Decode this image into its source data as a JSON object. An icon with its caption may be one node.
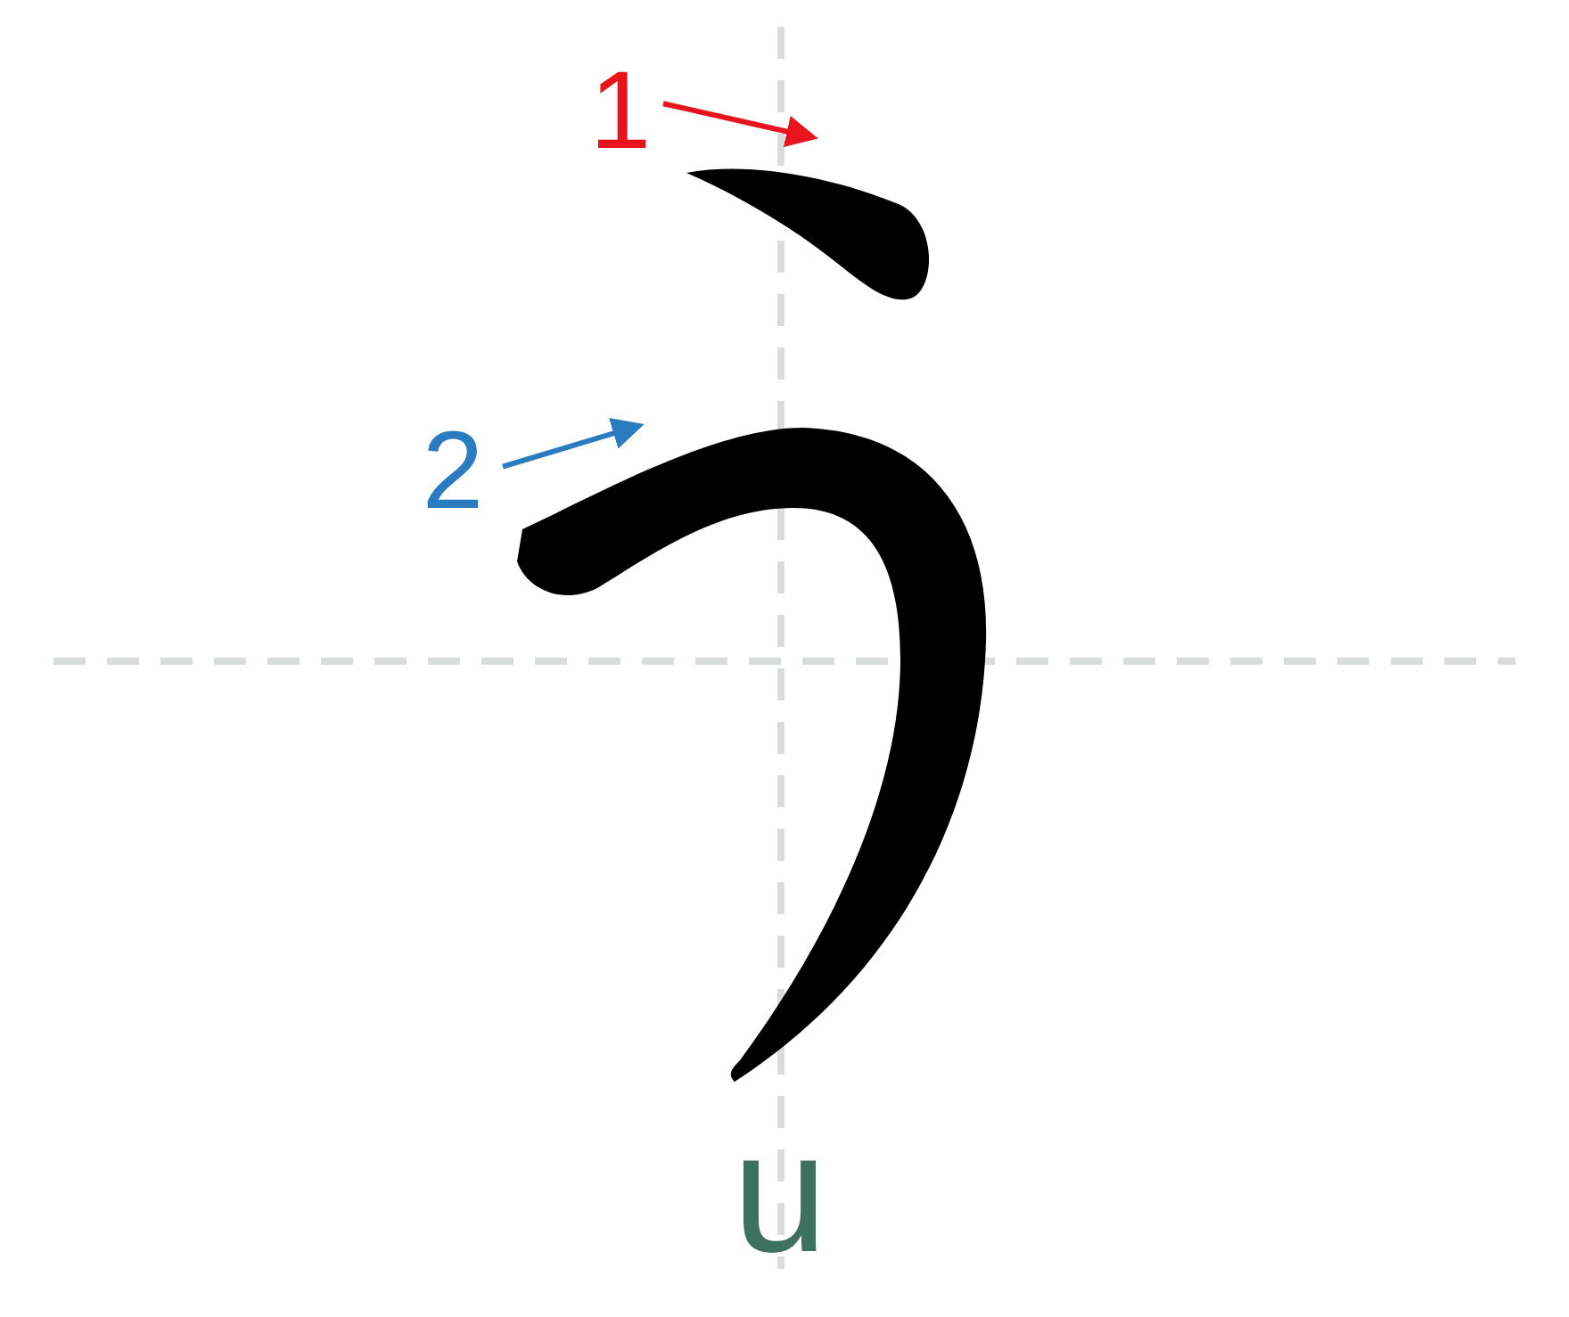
{
  "diagram": {
    "nodes": [
      {
        "text": [
          "1"
        ]
      },
      {
        "text": [],
        "shape": "stroke"
      },
      {
        "text": [
          "2"
        ]
      },
      {
        "text": [],
        "shape": "stroke"
      }
    ],
    "edges": [
      {
        "from": 0,
        "to": 1,
        "arrow": "to",
        "color": "#e8141c"
      },
      {
        "from": 2,
        "to": 3,
        "arrow": "to",
        "color": "#2a7bc0"
      }
    ],
    "labels": [
      "u"
    ]
  }
}
